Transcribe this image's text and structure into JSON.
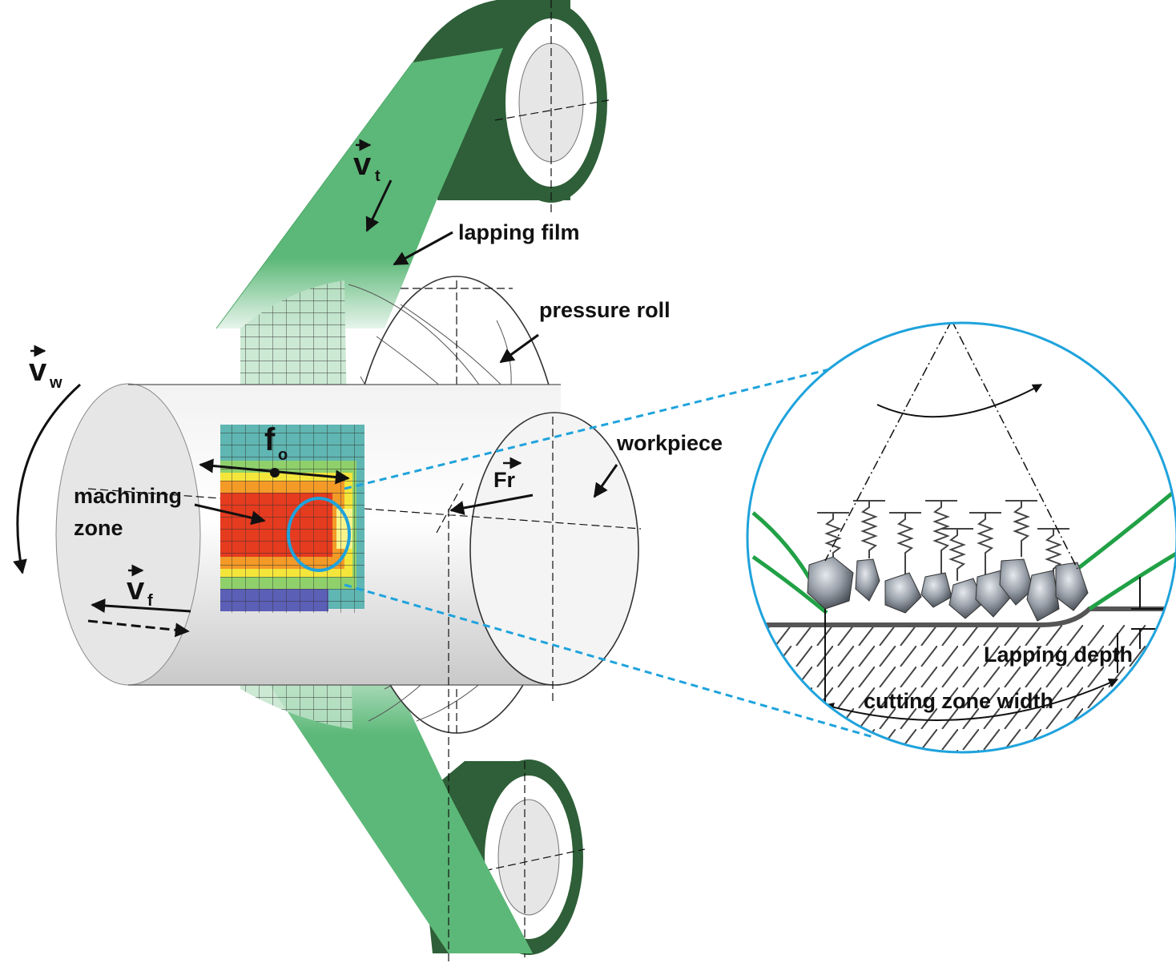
{
  "labels": {
    "lapping_film": "lapping film",
    "pressure_roll": "pressure roll",
    "workpiece": "workpiece",
    "machining_zone_line1": "machining",
    "machining_zone_line2": "zone",
    "lapping_depth": "Lapping depth",
    "cutting_zone_width": "cutting zone width"
  },
  "symbols": {
    "vt_main": "v",
    "vt_sub": "t",
    "vw_main": "v",
    "vw_sub": "w",
    "vf_main": "v",
    "vf_sub": "f",
    "fo_main": "f",
    "fo_sub": "o",
    "fr": "Fr"
  },
  "colors": {
    "film_green": "#5cb878",
    "film_dark": "#2f6e3c",
    "roller_dark": "#2e5f38",
    "zoom_circle": "#1fa3dc",
    "hot_red": "#e53b1f",
    "warm_orange": "#f39a27",
    "mid_yellow": "#f4e53b",
    "cool_green": "#8fd06b",
    "teal": "#5fb6b2",
    "cold_blue": "#5b5fb6"
  }
}
